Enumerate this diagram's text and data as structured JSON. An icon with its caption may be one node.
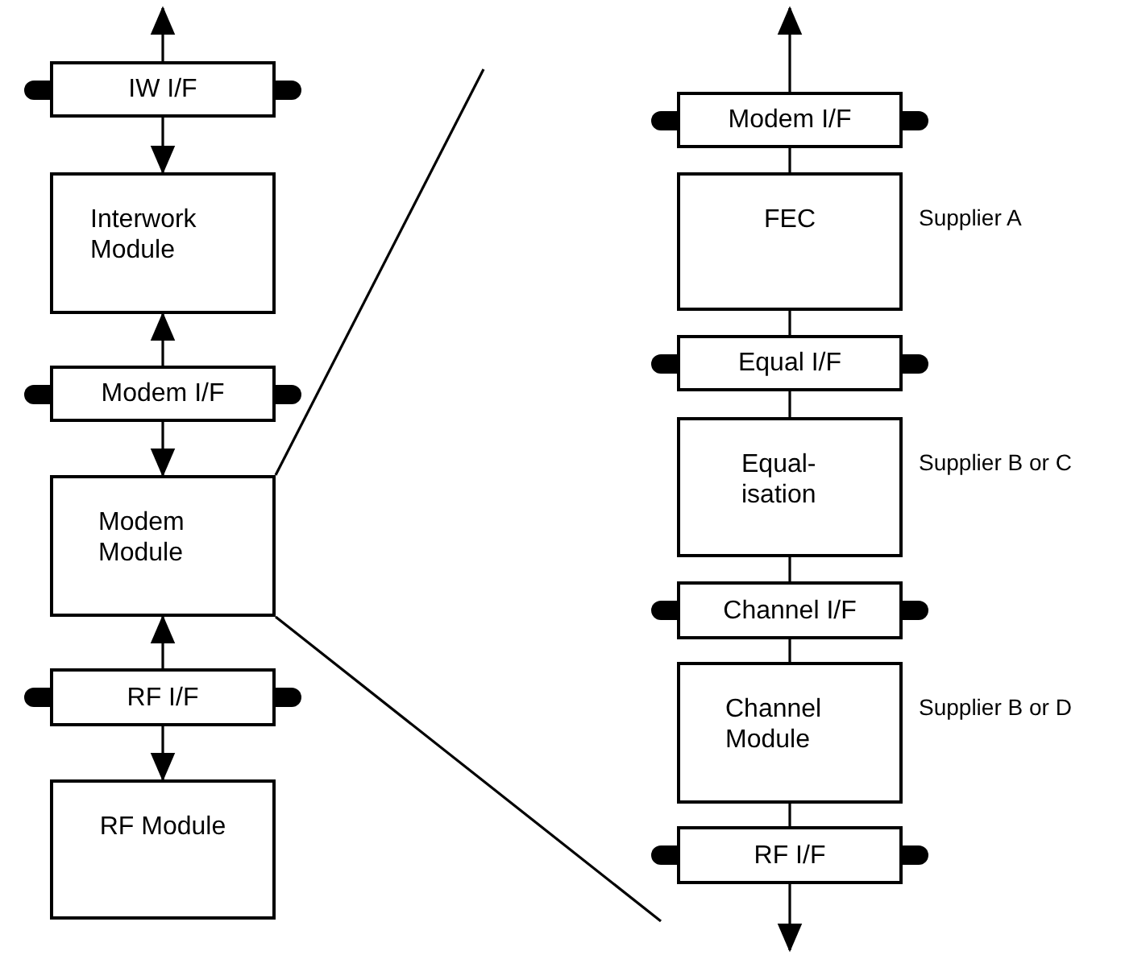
{
  "diagram": {
    "nodes": [
      {
        "text": [
          "IW I/F"
        ]
      },
      {
        "text": [
          "Interwork Module"
        ]
      },
      {
        "text": [
          "Modem I/F"
        ]
      },
      {
        "text": [
          "Modem Module"
        ]
      },
      {
        "text": [
          "RF I/F"
        ]
      },
      {
        "text": [
          "RF Module"
        ]
      },
      {
        "text": [
          "Modem I/F"
        ]
      },
      {
        "text": [
          "FEC"
        ],
        "beside": [
          "Supplier A"
        ]
      },
      {
        "text": [
          "Equal I/F"
        ]
      },
      {
        "text": [
          "Equal- isation"
        ],
        "beside": [
          "Supplier B or C"
        ]
      },
      {
        "text": [
          "Channel I/F"
        ]
      },
      {
        "text": [
          "Channel Module"
        ],
        "beside": [
          "Supplier B or D"
        ]
      },
      {
        "text": [
          "RF I/F"
        ]
      }
    ],
    "edges": [
      {
        "from": 0,
        "to": null,
        "arrow": "to"
      },
      {
        "from": 0,
        "to": 1,
        "arrow": "to"
      },
      {
        "from": 2,
        "to": 1,
        "arrow": "to"
      },
      {
        "from": 2,
        "to": 3,
        "arrow": "to"
      },
      {
        "from": 4,
        "to": 3,
        "arrow": "to"
      },
      {
        "from": 4,
        "to": 5,
        "arrow": "to"
      },
      {
        "from": 6,
        "to": null,
        "arrow": "to"
      },
      {
        "from": 6,
        "to": 7,
        "arrow": "none"
      },
      {
        "from": 7,
        "to": 8,
        "arrow": "none"
      },
      {
        "from": 8,
        "to": 9,
        "arrow": "none"
      },
      {
        "from": 9,
        "to": 10,
        "arrow": "none"
      },
      {
        "from": 10,
        "to": 11,
        "arrow": "none"
      },
      {
        "from": 11,
        "to": 12,
        "arrow": "none"
      },
      {
        "from": 12,
        "to": null,
        "arrow": "to"
      },
      {
        "from": 3,
        "to": null,
        "arrow": "none"
      },
      {
        "from": 3,
        "to": null,
        "arrow": "none"
      }
    ]
  }
}
